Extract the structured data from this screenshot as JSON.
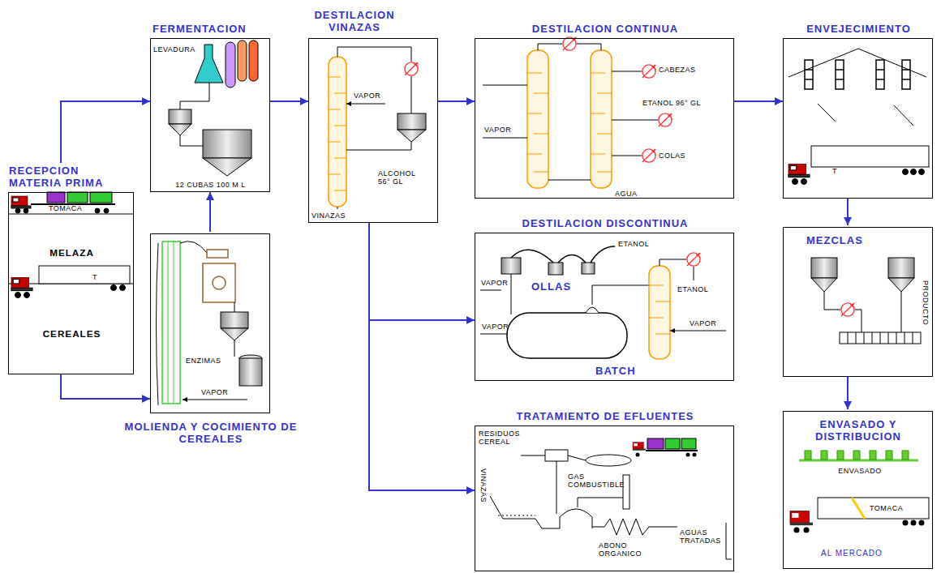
{
  "diagram": {
    "nodes": [
      {
        "text": [
          "RECEPCION MATERIA PRIMA",
          "MELAZA",
          "CEREALES"
        ]
      },
      {
        "text": [
          "FERMENTACION"
        ]
      },
      {
        "text": [
          "MOLIENDA Y COCIMIENTO DE CEREALES"
        ]
      },
      {
        "text": [
          "DESTILACION VINAZAS"
        ]
      },
      {
        "text": [
          "DESTILACION CONTINUA"
        ]
      },
      {
        "text": [
          "DESTILACION DISCONTINUA"
        ]
      },
      {
        "text": [
          "TRATAMIENTO DE EFLUENTES"
        ]
      },
      {
        "text": [
          "ENVEJECIMIENTO"
        ]
      },
      {
        "text": [
          "MEZCLAS"
        ]
      },
      {
        "text": [
          "ENVASADO Y DISTRIBUCION"
        ]
      }
    ],
    "edges": [
      {
        "from": 0,
        "to": 1,
        "arrow": "to"
      },
      {
        "from": 0,
        "to": 2,
        "arrow": "to"
      },
      {
        "from": 2,
        "to": 1,
        "arrow": "to"
      },
      {
        "from": 1,
        "to": 3,
        "arrow": "to"
      },
      {
        "from": 3,
        "to": 4,
        "arrow": "to"
      },
      {
        "from": 3,
        "to": 5,
        "arrow": "to"
      },
      {
        "from": 3,
        "to": 6,
        "arrow": "to"
      },
      {
        "from": 4,
        "to": 7,
        "arrow": "to"
      },
      {
        "from": 7,
        "to": 8,
        "arrow": "to"
      },
      {
        "from": 8,
        "to": 9,
        "arrow": "to"
      }
    ],
    "labels": [
      "TOMACA",
      "T",
      "LEVADURA",
      "12 CUBAS 100 M L",
      "ENZIMAS",
      "VAPOR",
      "VAPOR",
      "ALCOHOL 56° GL",
      "VINAZAS",
      "VAPOR",
      "CABEZAS",
      "ETANOL 96° GL",
      "COLAS",
      "AGUA",
      "ETANOL",
      "ETANOL",
      "VAPOR",
      "OLLAS",
      "VAPOR",
      "VAPOR",
      "BATCH",
      "RESIDUOS CEREAL",
      "VINAZAS",
      "GAS COMBUSTIBLE",
      "ABONO ORGANICO",
      "AGUAS TRATADAS",
      "T",
      "PRODUCTO",
      "ENVASADO",
      "TOMACA",
      "AL MERCADO"
    ]
  }
}
